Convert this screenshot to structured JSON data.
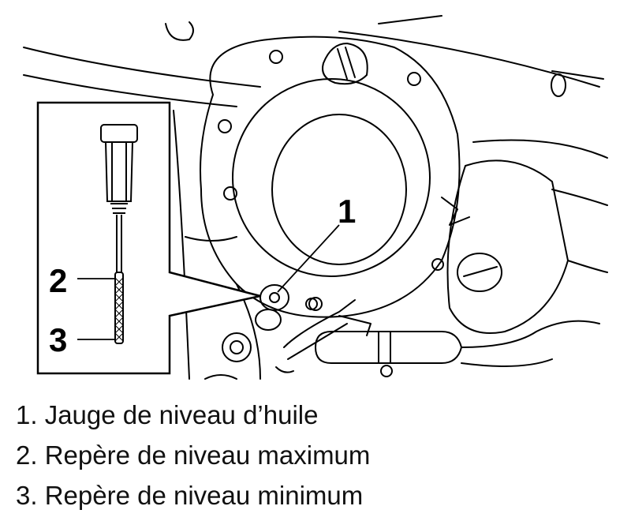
{
  "figure": {
    "callouts": [
      {
        "id": "1"
      },
      {
        "id": "2"
      },
      {
        "id": "3"
      }
    ]
  },
  "legend": {
    "items": [
      {
        "number": "1.",
        "text": "Jauge de niveau d’huile"
      },
      {
        "number": "2.",
        "text": "Repère de niveau maximum"
      },
      {
        "number": "3.",
        "text": "Repère de niveau minimum"
      }
    ]
  }
}
